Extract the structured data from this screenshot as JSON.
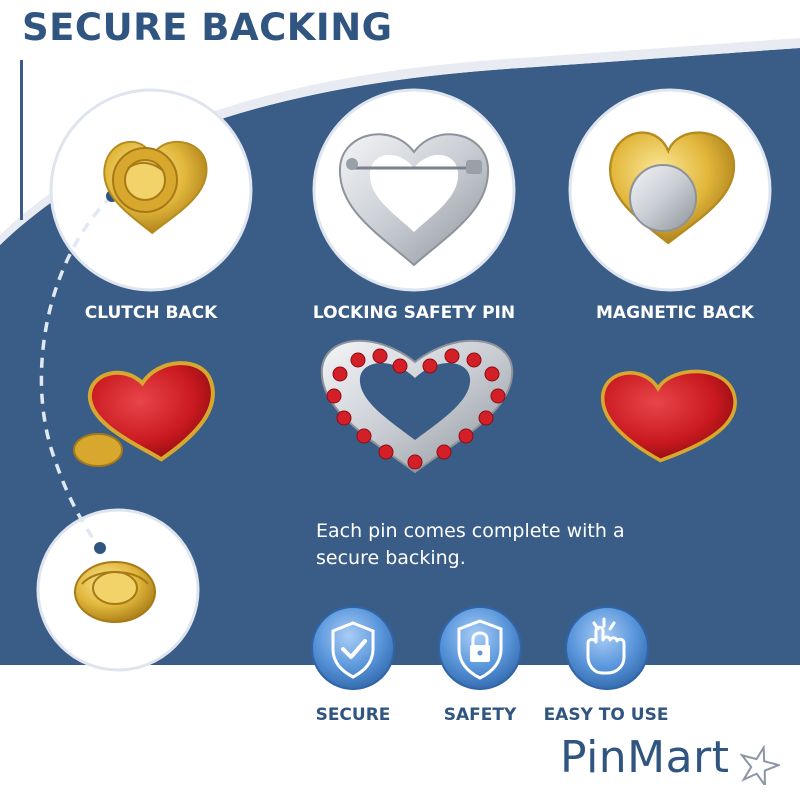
{
  "heading": "SECURE BACKING",
  "backings": [
    {
      "label": "CLUTCH BACK"
    },
    {
      "label": "LOCKING SAFETY PIN"
    },
    {
      "label": "MAGNETIC BACK"
    }
  ],
  "tagline": "Each pin comes complete with a secure backing.",
  "features": [
    {
      "label": "SECURE",
      "icon": "shield-check-icon"
    },
    {
      "label": "SAFETY",
      "icon": "shield-lock-icon"
    },
    {
      "label": "EASY TO USE",
      "icon": "pointing-hand-icon"
    }
  ],
  "brand": {
    "name": "PinMart"
  },
  "colors": {
    "navy": "#3a5d87",
    "accent": "#2f5580",
    "gold": "#e2b83c",
    "red": "#c8191f",
    "silver": "#c9cdd3",
    "badge": "#5b97dc"
  }
}
